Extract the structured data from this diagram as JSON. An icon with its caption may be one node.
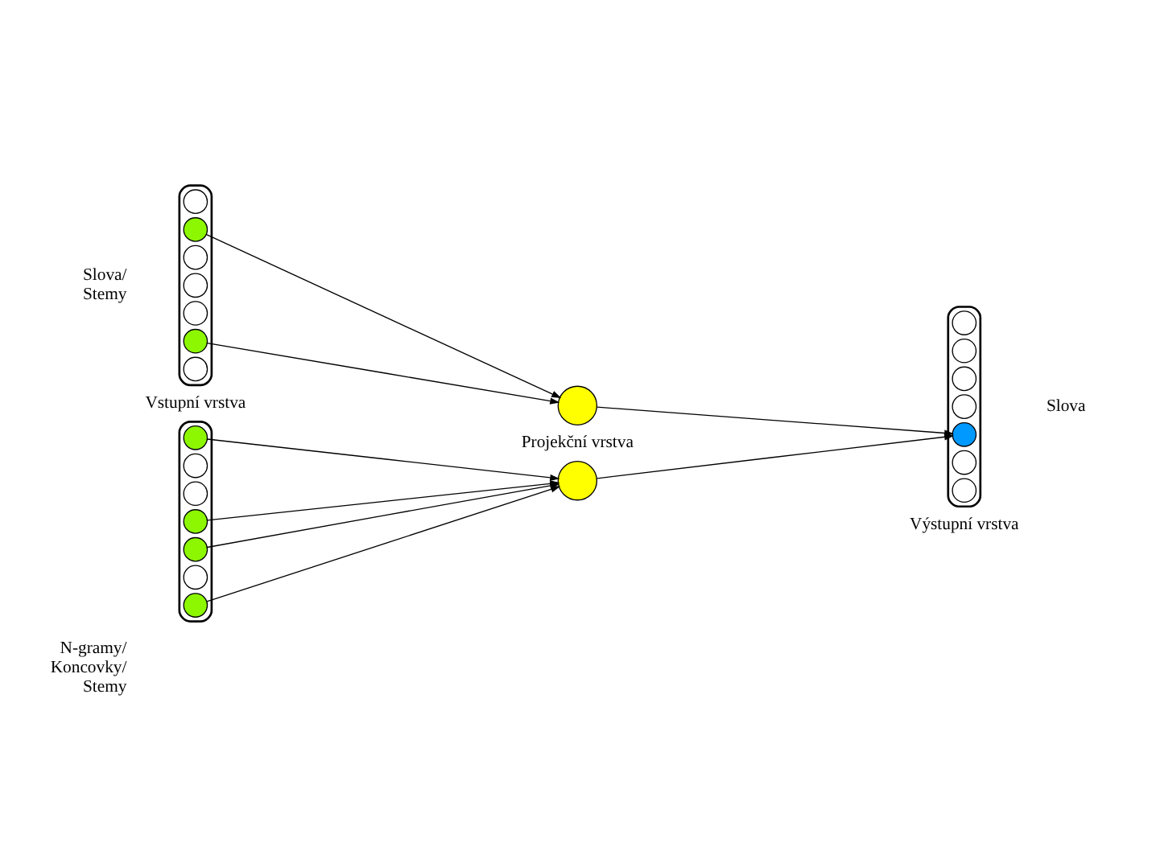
{
  "diagram": {
    "nodes": [
      {
        "text": [],
        "shape": "bar",
        "beside": [
          "Slova/ Stemy"
        ]
      },
      {
        "text": [],
        "shape": "circle",
        "in": 0
      },
      {
        "text": [],
        "shape": "circle",
        "in": 0
      },
      {
        "text": [],
        "shape": "circle",
        "in": 0
      },
      {
        "text": [],
        "shape": "circle",
        "in": 0
      },
      {
        "text": [],
        "shape": "circle",
        "in": 0
      },
      {
        "text": [],
        "shape": "circle",
        "in": 0
      },
      {
        "text": [],
        "shape": "circle",
        "in": 0
      },
      {
        "text": [],
        "shape": "bar",
        "beside": [
          "N-gramy/ Koncovky/ Stemy"
        ]
      },
      {
        "text": [],
        "shape": "circle",
        "in": 8
      },
      {
        "text": [],
        "shape": "circle",
        "in": 8
      },
      {
        "text": [],
        "shape": "circle",
        "in": 8
      },
      {
        "text": [],
        "shape": "circle",
        "in": 8
      },
      {
        "text": [],
        "shape": "circle",
        "in": 8
      },
      {
        "text": [],
        "shape": "circle",
        "in": 8
      },
      {
        "text": [],
        "shape": "circle",
        "in": 8
      },
      {
        "text": [],
        "shape": "circle"
      },
      {
        "text": [],
        "shape": "circle"
      },
      {
        "text": [],
        "shape": "bar",
        "beside": [
          "Slova"
        ]
      },
      {
        "text": [],
        "shape": "circle",
        "in": 18
      },
      {
        "text": [],
        "shape": "circle",
        "in": 18
      },
      {
        "text": [],
        "shape": "circle",
        "in": 18
      },
      {
        "text": [],
        "shape": "circle",
        "in": 18
      },
      {
        "text": [],
        "shape": "circle",
        "in": 18
      },
      {
        "text": [],
        "shape": "circle",
        "in": 18
      },
      {
        "text": [],
        "shape": "circle",
        "in": 18
      }
    ],
    "edges": [
      {
        "from": 2,
        "to": 16,
        "arrow": "to"
      },
      {
        "from": 6,
        "to": 16,
        "arrow": "to"
      },
      {
        "from": 9,
        "to": 17,
        "arrow": "to"
      },
      {
        "from": 11,
        "to": 17,
        "arrow": "to"
      },
      {
        "from": 12,
        "to": 17,
        "arrow": "to"
      },
      {
        "from": 15,
        "to": 17,
        "arrow": "to"
      },
      {
        "from": 16,
        "to": 21,
        "arrow": "to"
      },
      {
        "from": 17,
        "to": 21,
        "arrow": "to"
      }
    ],
    "labels": [
      "Vstupní vrstva",
      "Projekční vrstva",
      "Výstupní vrstva"
    ]
  }
}
